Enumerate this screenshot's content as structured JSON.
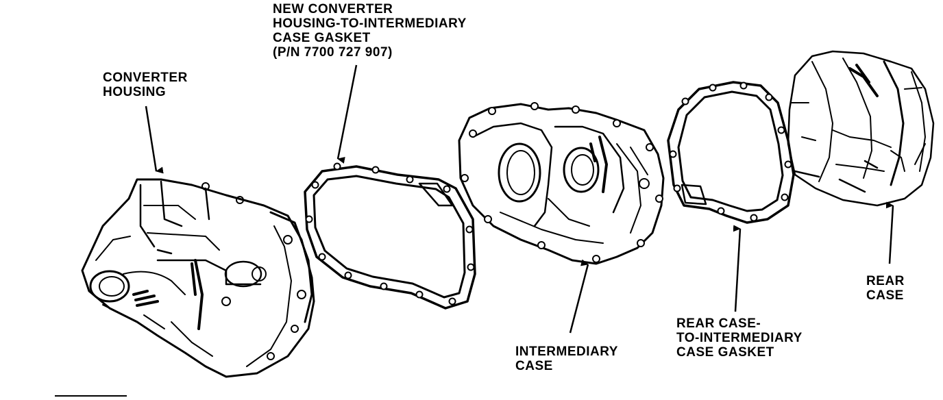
{
  "labels": {
    "new_gasket": [
      "NEW CONVERTER",
      "HOUSING-TO-INTERMEDIARY",
      "CASE GASKET",
      "(P/N 7700 727 907)"
    ],
    "converter_housing": [
      "CONVERTER",
      "HOUSING"
    ],
    "intermediary_case": [
      "INTERMEDIARY",
      "CASE"
    ],
    "rear_gasket": [
      "REAR CASE-",
      "TO-INTERMEDIARY",
      "CASE GASKET"
    ],
    "rear_case": [
      "REAR",
      "CASE"
    ]
  },
  "colors": {
    "ink": "#000000",
    "paper": "#ffffff"
  }
}
